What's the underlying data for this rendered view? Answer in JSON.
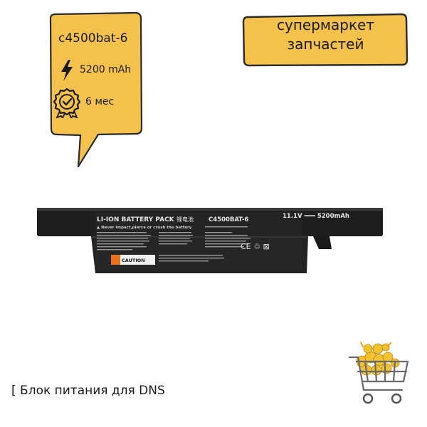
{
  "card": {
    "model": "c4500bat-6",
    "capacity": "5200 mAh",
    "warranty": "6 мес",
    "icons": [
      "lightning-icon",
      "medal-check-icon"
    ]
  },
  "brand": {
    "line1": "супермаркет",
    "line2": "запчастей"
  },
  "battery": {
    "label_main": "LI-ION BATTERY PACK",
    "label_cn": "锂电池",
    "model": "C4500BAT-6",
    "voltage_capacity": "11.1V ═══ 5200mAh",
    "warning": "▲ Never impact,pierce or crush the battery",
    "caution_label": "CAUTION",
    "marks": "CE ♲ ⊠"
  },
  "caption": {
    "text": "[ Блок питания для DNS"
  },
  "colors": {
    "accent_yellow": "#F4C24C",
    "outline": "#2b2b2b",
    "battery_body": "#1e1e1e",
    "caution_orange": "#e8731c"
  }
}
